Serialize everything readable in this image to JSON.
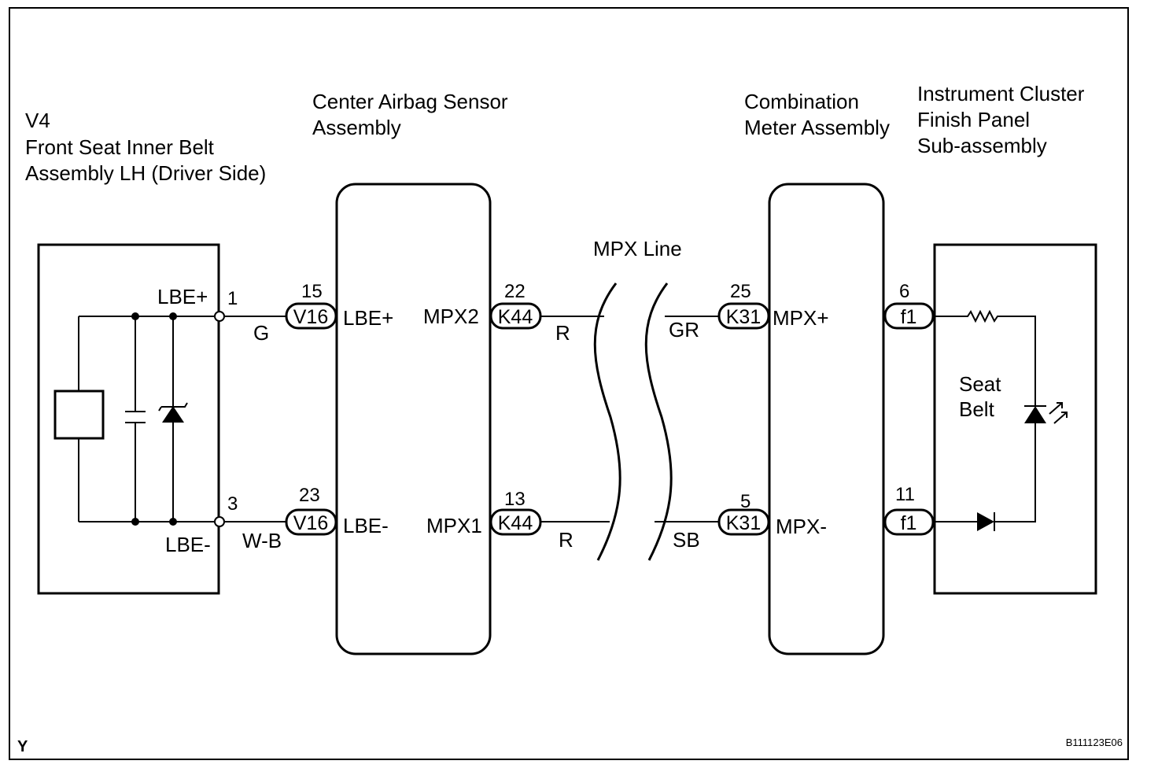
{
  "components": {
    "belt": {
      "code": "V4",
      "name_line1": "Front Seat Inner Belt",
      "name_line2": "Assembly LH (Driver Side)",
      "term_top": "LBE+",
      "term_bottom": "LBE-",
      "pin_top": "1",
      "pin_bottom": "3"
    },
    "airbag": {
      "name_line1": "Center Airbag Sensor",
      "name_line2": "Assembly",
      "term_in_top": "LBE+",
      "term_in_bottom": "LBE-",
      "term_out_top": "MPX2",
      "term_out_bottom": "MPX1",
      "pin_in_top": "15",
      "pin_in_bottom": "23",
      "pin_out_top": "22",
      "pin_out_bottom": "13",
      "conn_in": "V16",
      "conn_out": "K44"
    },
    "meter": {
      "name_line1": "Combination",
      "name_line2": "Meter Assembly",
      "term_top": "MPX+",
      "term_bottom": "MPX-",
      "pin_top": "25",
      "pin_bottom": "5",
      "conn": "K31",
      "conn_out": "f1",
      "pin_out_top": "6",
      "pin_out_bottom": "11"
    },
    "cluster": {
      "name_line1": "Instrument Cluster",
      "name_line2": "Finish Panel",
      "name_line3": "Sub-assembly",
      "lamp_line1": "Seat",
      "lamp_line2": "Belt"
    }
  },
  "wires": {
    "belt_top": "G",
    "belt_bottom": "W-B",
    "mpx_left_top": "R",
    "mpx_left_bottom": "R",
    "mpx_right_top": "GR",
    "mpx_right_bottom": "SB",
    "mpx_label": "MPX Line"
  },
  "footer": {
    "corner_letter": "Y",
    "figure_id": "B111123E06"
  }
}
